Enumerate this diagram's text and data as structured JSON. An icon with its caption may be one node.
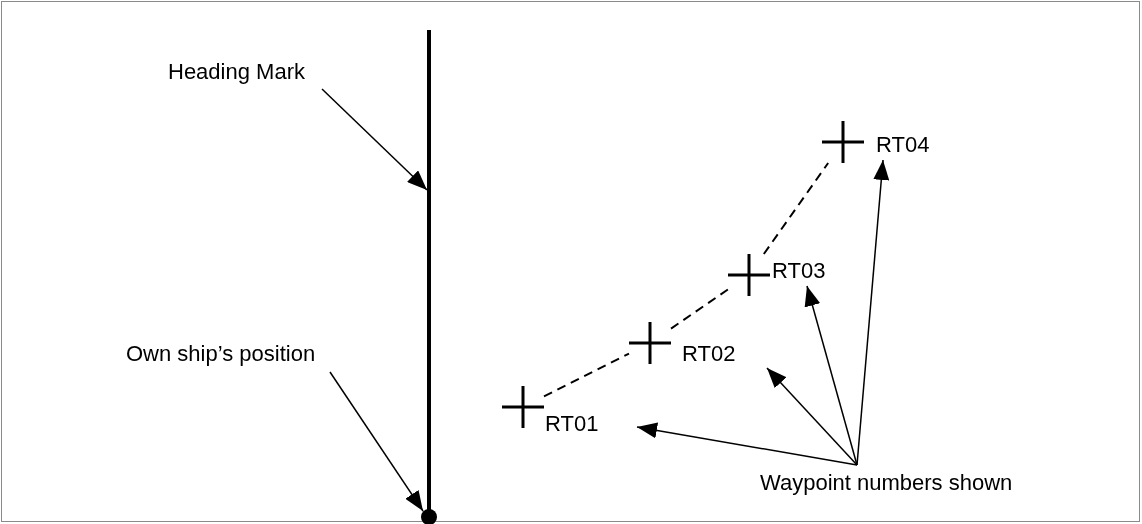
{
  "diagram": {
    "nodes": [
      {
        "text": [
          "Heading Mark"
        ]
      },
      {
        "text": [],
        "shape": "line"
      },
      {
        "text": [
          "Own ship’s position"
        ]
      },
      {
        "text": [],
        "shape": "circle"
      },
      {
        "text": [
          "RT01"
        ]
      },
      {
        "text": [
          "RT02"
        ]
      },
      {
        "text": [
          "RT03"
        ]
      },
      {
        "text": [
          "RT04"
        ]
      },
      {
        "text": [],
        "shape": "cross"
      },
      {
        "text": [],
        "shape": "cross"
      },
      {
        "text": [],
        "shape": "cross"
      },
      {
        "text": [],
        "shape": "cross"
      },
      {
        "text": [
          "Waypoint numbers shown"
        ]
      }
    ],
    "edges": [
      {
        "from": 0,
        "to": 1,
        "arrow": "to"
      },
      {
        "from": 2,
        "to": 3,
        "arrow": "to"
      },
      {
        "from": 8,
        "to": 9,
        "arrow": "none",
        "style": "dashed"
      },
      {
        "from": 9,
        "to": 10,
        "arrow": "none",
        "style": "dashed"
      },
      {
        "from": 10,
        "to": 11,
        "arrow": "none",
        "style": "dashed"
      },
      {
        "from": 12,
        "to": 4,
        "arrow": "to"
      },
      {
        "from": 12,
        "to": 5,
        "arrow": "to"
      },
      {
        "from": 12,
        "to": 6,
        "arrow": "to"
      },
      {
        "from": 12,
        "to": 7,
        "arrow": "to"
      }
    ]
  }
}
